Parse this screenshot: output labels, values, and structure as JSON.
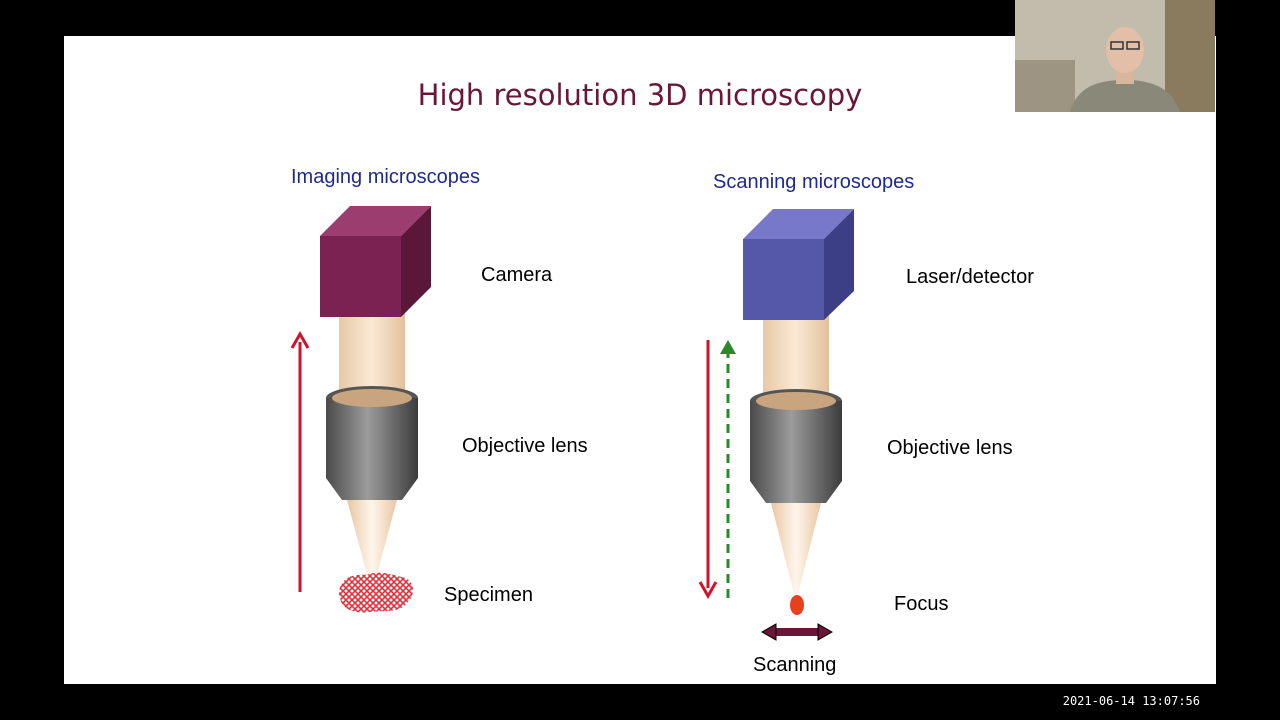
{
  "slide": {
    "title": "High resolution 3D microscopy",
    "left_heading": "Imaging microscopes",
    "right_heading": "Scanning microscopes",
    "left_labels": {
      "camera": "Camera",
      "objective": "Objective lens",
      "specimen": "Specimen"
    },
    "right_labels": {
      "laser": "Laser/detector",
      "objective": "Objective lens",
      "focus": "Focus",
      "scanning": "Scanning"
    }
  },
  "overlay": {
    "timestamp": "2021-06-14 13:07:56"
  },
  "colors": {
    "title": "#6b1538",
    "heading": "#1f2a8c",
    "camera_box": "#7a2352",
    "laser_box": "#5558a8",
    "arrow_red": "#d4102a",
    "arrow_green": "#2a8a2a",
    "focus": "#e8401c"
  }
}
